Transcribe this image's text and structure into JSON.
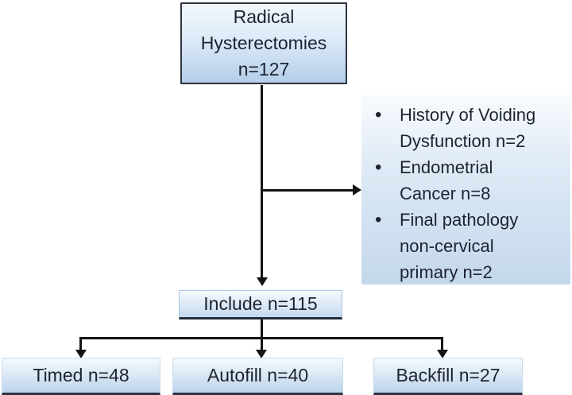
{
  "flow": {
    "root": {
      "lines": [
        "Radical",
        "Hysterectomies",
        "n=127"
      ]
    },
    "exclusions": {
      "items": [
        [
          "History of Voiding",
          "Dysfunction n=2"
        ],
        [
          "Endometrial",
          "Cancer n=8"
        ],
        [
          "Final pathology",
          "non-cervical",
          "primary n=2"
        ]
      ]
    },
    "include": {
      "label": "Include n=115"
    },
    "branches": [
      {
        "label": "Timed n=48"
      },
      {
        "label": "Autofill n=40"
      },
      {
        "label": "Backfill n=27"
      }
    ]
  },
  "colors": {
    "box_fill_top": "#f3f8fd",
    "box_fill_bottom": "#b4cee9",
    "top_box_border": "#2d3440",
    "include_box_border": "#a9c7e6",
    "dark_bottom_edge": "#242e3b",
    "connector_line": "#141414",
    "text": "#1d2330",
    "background": "#ffffff"
  }
}
